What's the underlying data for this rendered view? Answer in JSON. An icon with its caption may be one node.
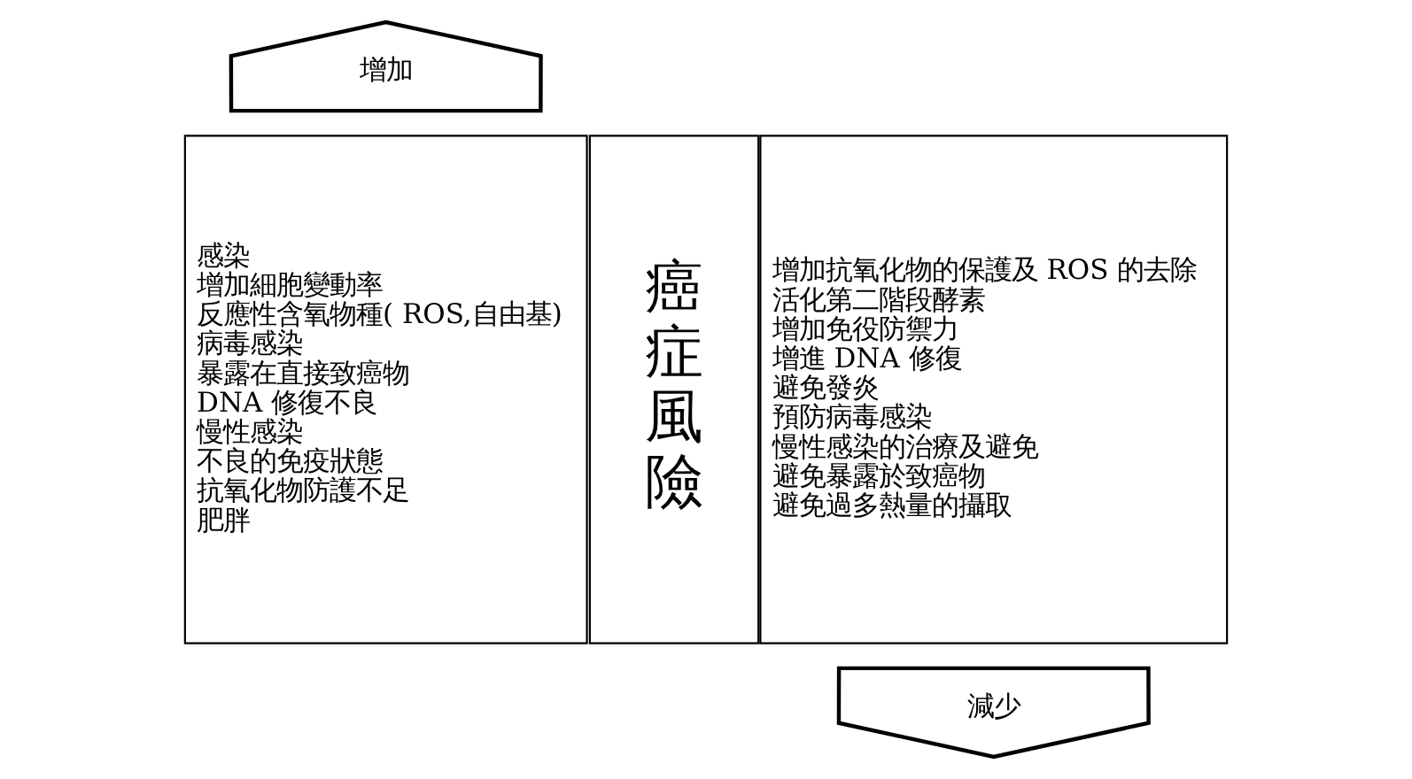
{
  "diagram": {
    "nodes": [
      {
        "text": [
          "增加"
        ]
      },
      {
        "text": [
          "感染",
          "增加細胞變動率",
          "反應性含氧物種( ROS,自由基)",
          "病毒感染",
          "暴露在直接致癌物",
          "DNA 修復不良",
          "慢性感染",
          "不良的免疫狀態",
          "抗氧化物防護不足",
          "肥胖"
        ]
      },
      {
        "text": [
          "癌症風險"
        ]
      },
      {
        "text": [
          "增加抗氧化物的保護及 ROS 的去除",
          "活化第二階段酵素",
          "增加免役防禦力",
          "增進 DNA 修復",
          "避免發炎",
          "預防病毒感染",
          "慢性感染的治療及避免",
          "避免暴露於致癌物",
          "避免過多熱量的攝取"
        ]
      },
      {
        "text": [
          "減少"
        ]
      }
    ]
  }
}
